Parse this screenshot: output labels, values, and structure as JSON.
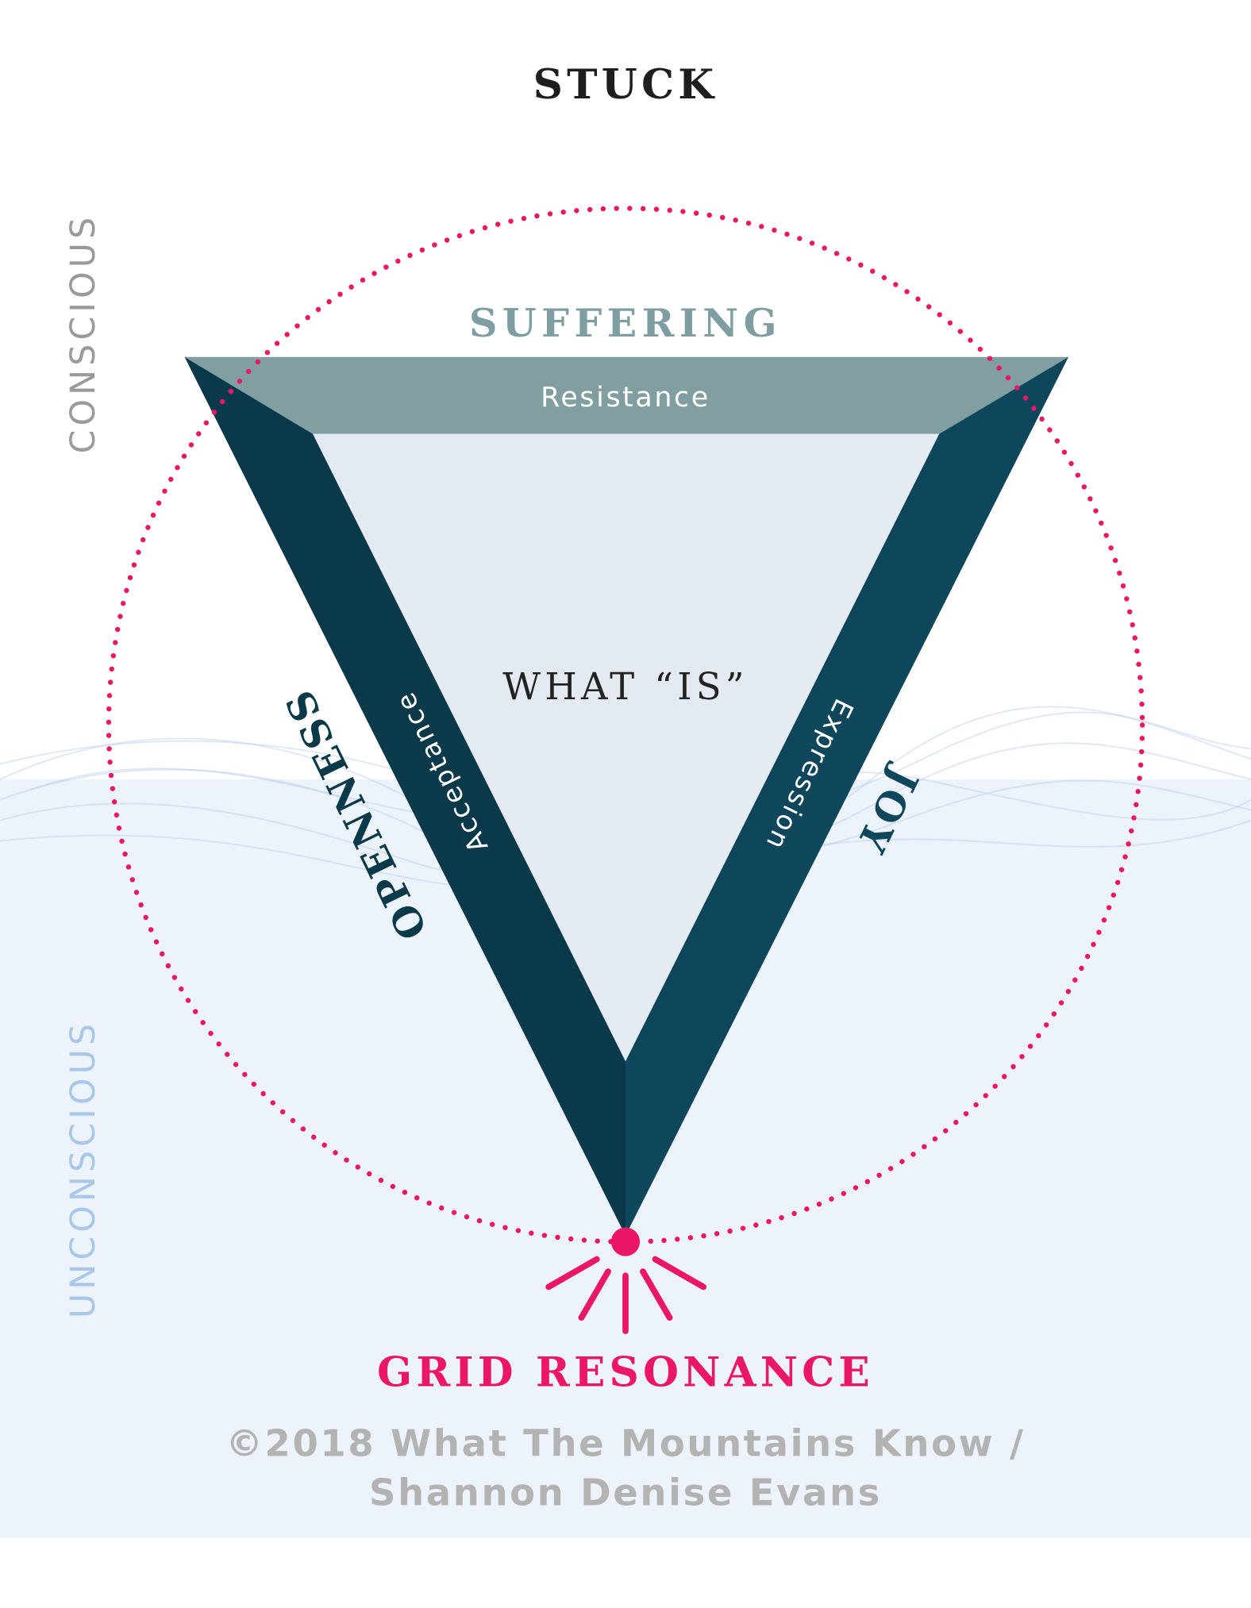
{
  "title": "STUCK",
  "top_label": "SUFFERING",
  "top_band_label": "Resistance",
  "center_label": "WHAT “IS”",
  "left_outer_label": "OPENNESS",
  "left_band_label": "Acceptance",
  "right_band_label": "Expression",
  "right_outer_label": "JOY",
  "bottom_label": "GRID RESONANCE",
  "side_labels": {
    "upper": "CONSCIOUS",
    "lower": "UNCONSCIOUS"
  },
  "watermark": {
    "line1": "©2018 What The Mountains Know /",
    "line2": "Shannon Denise Evans"
  },
  "colors": {
    "accent_pink": "#ec1667",
    "top_band": "#819ea0",
    "left_band": "#0a3a4a",
    "right_band": "#0e475c",
    "inner": "#e4eaf1",
    "water": "#edf3fb",
    "conscious_text": "#9a9a9a",
    "unconscious_text": "#a9c7e8"
  }
}
